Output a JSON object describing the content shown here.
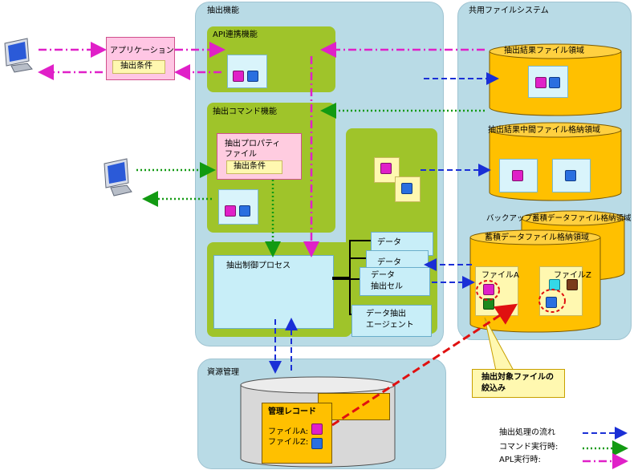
{
  "panels": {
    "extraction": "抽出機能",
    "shared_fs": "共用ファイルシステム",
    "resource": "資源管理"
  },
  "api": {
    "title": "API連携機能",
    "application": "アプリケーション",
    "condition": "抽出条件"
  },
  "command": {
    "title": "抽出コマンド機能",
    "property_file_line1": "抽出プロパティ",
    "property_file_line2": "ファイル",
    "condition": "抽出条件"
  },
  "control": {
    "process": "抽出制御プロセス",
    "data1": "データ",
    "data2": "データ",
    "data3_line1": "データ",
    "data3_line2": "抽出セル",
    "agent_line1": "データ抽出",
    "agent_line2": "エージェント"
  },
  "storage": {
    "result": "抽出結果ファイル領域",
    "intermediate": "抽出結果中間ファイル格納領域",
    "backup": "バックアップ蓄積データファイル格納領域",
    "accumulated": "蓄積データファイル格納領域",
    "file_a": "ファイルA",
    "file_z": "ファイルZ"
  },
  "management": {
    "title": "管理レコード",
    "file_a": "ファイルA:",
    "file_z": "ファイルZ:"
  },
  "callout": {
    "line1": "抽出対象ファイルの",
    "line2": "絞込み"
  },
  "legend": {
    "flow": "抽出処理の流れ",
    "command": "コマンド実行時:",
    "api": "APL実行時:"
  },
  "colors": {
    "flow": "#1a2fd6",
    "command": "#129a12",
    "api": "#e020c8",
    "callout_arrow": "#e01010"
  }
}
